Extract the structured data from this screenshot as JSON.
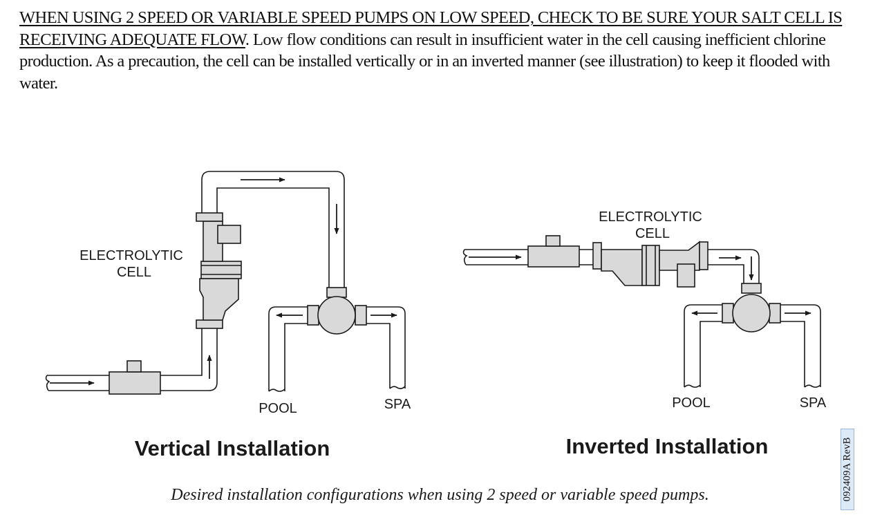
{
  "intro": {
    "warning": "WHEN USING 2 SPEED OR VARIABLE SPEED PUMPS ON LOW SPEED, CHECK TO BE SURE YOUR SALT CELL IS RECEIVING ADEQUATE FLOW",
    "rest": ".  Low flow conditions can result in insufficient water in the cell causing inefficient chlorine production. As a precaution, the cell can be installed vertically or in an inverted manner (see illustration) to keep it flooded with water."
  },
  "vertical": {
    "cell_label_line1": "ELECTROLYTIC",
    "cell_label_line2": "CELL",
    "pool_label": "POOL",
    "spa_label": "SPA",
    "title": "Vertical Installation"
  },
  "inverted": {
    "cell_label_line1": "ELECTROLYTIC",
    "cell_label_line2": "CELL",
    "pool_label": "POOL",
    "spa_label": "SPA",
    "title": "Inverted Installation"
  },
  "caption": "Desired installation configurations when using 2 speed or variable speed pumps.",
  "doc_id": "092409A  RevB",
  "colors": {
    "cell_fill": "#d9d9d9",
    "line": "#1a1a1a",
    "doc_id_bg": "#dce9f7"
  }
}
